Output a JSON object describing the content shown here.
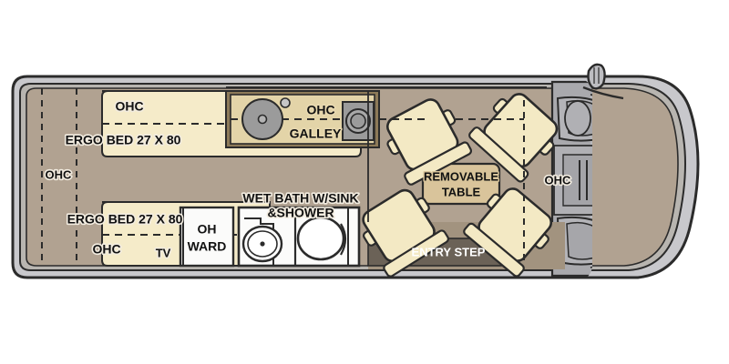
{
  "document": {
    "type": "rv-floorplan-diagram",
    "title": "Class B Camper Van Floorplan",
    "background_color": "#ffffff"
  },
  "palette": {
    "body_outer_gray": "#c8c8cc",
    "body_outline": "#2b2b2b",
    "wall_gray": "#b8b5b0",
    "floor_taupe": "#b1a291",
    "floor_taupe_dark": "#a2937f",
    "bed_cream": "#f5ebc9",
    "galley_tan": "#e3d4a8",
    "table_tan": "#d9c49b",
    "chair_cream": "#f3e9c4",
    "entry_step_dark": "#6b6257",
    "bath_white": "#fbfbfa",
    "cab_gray": "#a9a9ad",
    "cab_gray_light": "#bcbcc0",
    "fixture_gray": "#9b9b9b",
    "ink": "#111111"
  },
  "labels": {
    "ohc_top_bed": "OHC",
    "ergo_bed_top": "ERGO BED 27 X 80",
    "ohc_left_mid": "OHC",
    "ergo_bed_bottom": "ERGO BED 27 X 80",
    "ohc_bottom_bed": "OHC",
    "tv": "TV",
    "oh_ward_line1": "OH",
    "oh_ward_line2": "WARD",
    "galley_ohc": "OHC",
    "galley": "GALLEY",
    "wet_bath_line1": "WET BATH W/SINK",
    "wet_bath_line2": "&SHOWER",
    "removable_table_line1": "REMOVABLE",
    "removable_table_line2": "TABLE",
    "entry_step": "ENTRY STEP",
    "ohc_right": "OHC"
  },
  "features": {
    "beds": [
      {
        "name": "rear-upper-bed",
        "label": "ERGO BED 27 X 80",
        "overhead_cabinet": "OHC"
      },
      {
        "name": "rear-lower-bed",
        "label": "ERGO BED 27 X 80",
        "overhead_cabinet": "OHC"
      }
    ],
    "galley": {
      "label": "GALLEY",
      "overhead_cabinet": "OHC",
      "fixtures": [
        "sink",
        "faucet",
        "cooktop-burner"
      ]
    },
    "bath": {
      "label": "WET BATH W/SINK &SHOWER",
      "fixtures": [
        "sink",
        "toilet"
      ]
    },
    "wardrobe": {
      "label": "OH WARD"
    },
    "entertainment": {
      "label": "TV"
    },
    "dinette": {
      "table_label": "REMOVABLE TABLE",
      "chair_count": 4
    },
    "entry": {
      "label": "ENTRY STEP"
    },
    "right_cabinet": {
      "label": "OHC"
    },
    "cab": {
      "elements": [
        "driver-seat",
        "passenger-seat",
        "hood",
        "side-mirror",
        "windshield"
      ]
    }
  }
}
